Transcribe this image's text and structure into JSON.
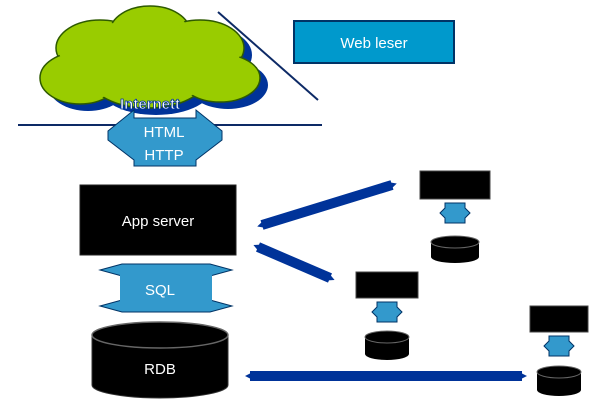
{
  "diagram": {
    "cloud_label": "Internett",
    "browser_label": "Web leser",
    "protocol_line1": "HTML",
    "protocol_line2": "HTTP",
    "app_server_label": "App server",
    "sql_label": "SQL",
    "database_label": "RDB"
  },
  "colors": {
    "cloud_fill": "#99cc00",
    "cloud_shadow": "#003399",
    "browser_box": "#0099cc",
    "arrow_light": "#3399cc",
    "arrow_dark": "#003399",
    "node_black": "#000000",
    "line_dark": "#0d2a66"
  }
}
